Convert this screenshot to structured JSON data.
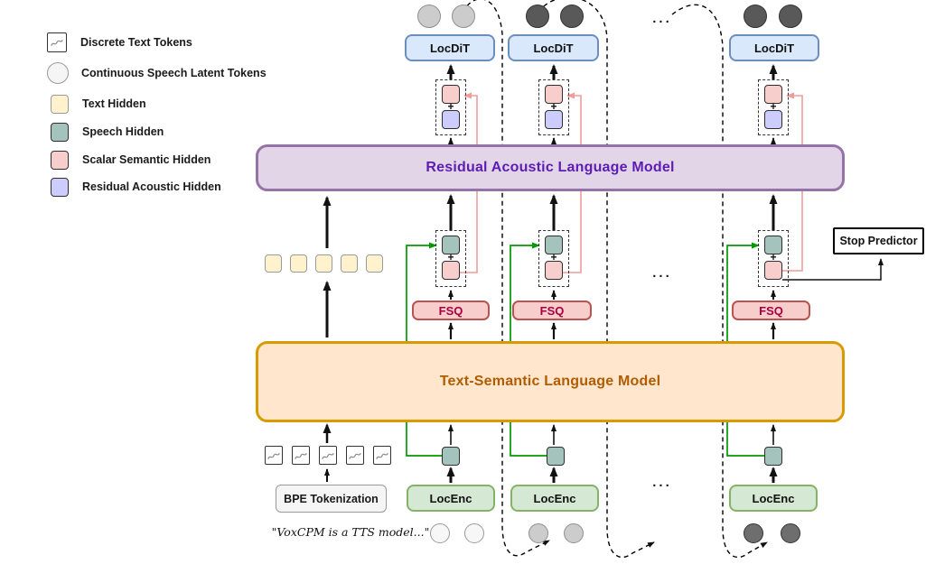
{
  "legend": {
    "items": [
      {
        "icon": "squiggle-token-icon",
        "label": "Discrete Text Tokens"
      },
      {
        "icon": "latent-circle-icon",
        "label": "Continuous Speech Latent Tokens"
      },
      {
        "icon": "text-hidden-swatch",
        "label": "Text Hidden",
        "color": "#fff2cc"
      },
      {
        "icon": "speech-hidden-swatch",
        "label": "Speech Hidden",
        "color": "#a3c3bc"
      },
      {
        "icon": "scalar-semantic-swatch",
        "label": "Scalar Semantic Hidden",
        "color": "#f8cecc"
      },
      {
        "icon": "residual-acoustic-swatch",
        "label": "Residual Acoustic Hidden",
        "color": "#ccccff"
      }
    ]
  },
  "models": {
    "residual_acoustic": "Residual Acoustic Language Model",
    "text_semantic": "Text-Semantic Language Model",
    "locdit": "LocDiT",
    "locenc": "LocEnc",
    "fsq": "FSQ",
    "bpe": "BPE Tokenization",
    "stop_predictor": "Stop Predictor"
  },
  "texts": {
    "input_quote": "\"VoxCPM is a TTS model...\"",
    "plus": "+",
    "ellipsis": "..."
  },
  "colors": {
    "locdit_fill": "#dae8fc",
    "locdit_border": "#6c8ebf",
    "locenc_fill": "#d5e8d4",
    "locenc_border": "#82b366",
    "fsq_fill": "#f8cecc",
    "fsq_border": "#b85450",
    "fsq_text": "#a50040",
    "residual_fill": "#e1d5e7",
    "residual_border": "#9673a6",
    "residual_text": "#5e1cb2",
    "semantic_fill": "#ffe6cc",
    "semantic_border": "#d79b00",
    "semantic_text": "#b05c00",
    "speech_hidden": "#a3c3bc",
    "scalar_semantic_hidden": "#f8cecc",
    "residual_acoustic_hidden": "#ccccff",
    "text_hidden": "#fff2cc",
    "skip_green": "#009900",
    "feedback_pink": "#f19c99"
  }
}
